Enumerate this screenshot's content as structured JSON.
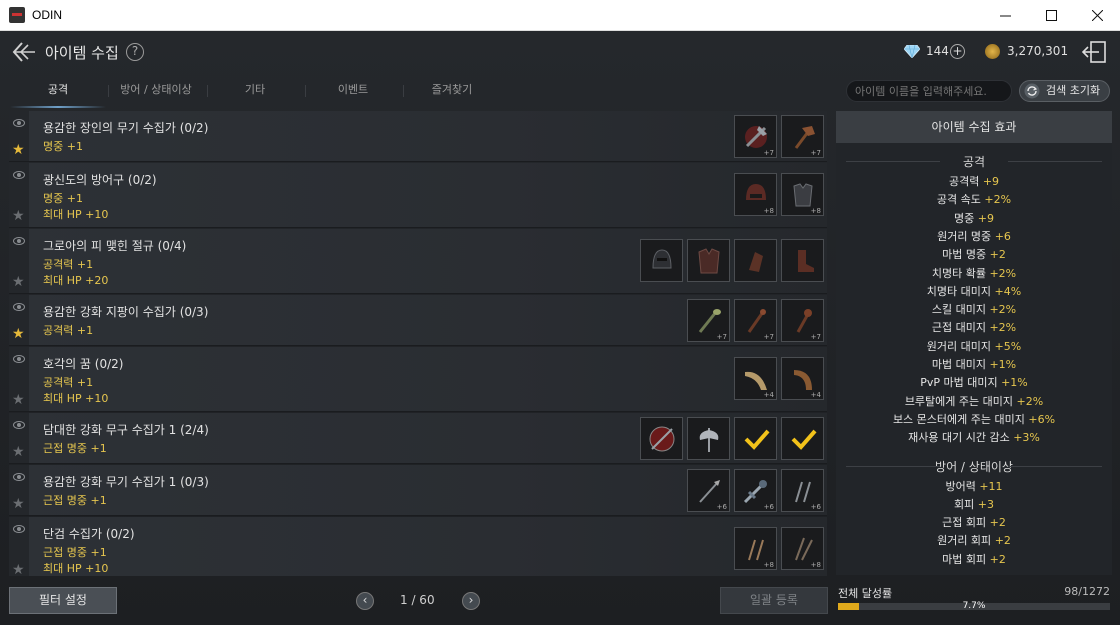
{
  "window": {
    "title": "ODIN"
  },
  "header": {
    "title": "아이템 수집",
    "help": "?",
    "gems": "144",
    "gold": "3,270,301"
  },
  "tabs": [
    "공격",
    "방어 / 상태이상",
    "기타",
    "이벤트",
    "즐겨찾기"
  ],
  "search": {
    "placeholder": "아이템 이름을 입력해주세요.",
    "reset_label": "검색 초기화"
  },
  "rows": [
    {
      "name": "용감한 장인의 무기 수집가 (0/2)",
      "stats": [
        "명중 +1"
      ],
      "favorite": true,
      "slots": [
        "+7",
        "+7"
      ]
    },
    {
      "name": "광신도의 방어구 (0/2)",
      "stats": [
        "명중 +1",
        "최대 HP +10"
      ],
      "favorite": false,
      "slots": [
        "+8",
        "+8"
      ]
    },
    {
      "name": "그로아의 피 맺힌 절규 (0/4)",
      "stats": [
        "공격력 +1",
        "최대 HP +20"
      ],
      "favorite": false,
      "slots": [
        "",
        "",
        "",
        ""
      ]
    },
    {
      "name": "용감한 강화 지팡이 수집가 (0/3)",
      "stats": [
        "공격력 +1"
      ],
      "favorite": true,
      "slots": [
        "+7",
        "+7",
        "+7"
      ]
    },
    {
      "name": "호각의 꿈 (0/2)",
      "stats": [
        "공격력 +1",
        "최대 HP +10"
      ],
      "favorite": false,
      "slots": [
        "+4",
        "+4"
      ]
    },
    {
      "name": "담대한 강화 무구 수집가 1 (2/4)",
      "stats": [
        "근접 명중 +1"
      ],
      "favorite": false,
      "slots": [
        "",
        "",
        "✓",
        "✓"
      ]
    },
    {
      "name": "용감한 강화 무기 수집가 1 (0/3)",
      "stats": [
        "근접 명중 +1"
      ],
      "favorite": false,
      "slots": [
        "+6",
        "+6",
        "+6"
      ]
    },
    {
      "name": "단검 수집가 (0/2)",
      "stats": [
        "근접 명중 +1",
        "최대 HP +10"
      ],
      "favorite": false,
      "slots": [
        "+8",
        "+8"
      ]
    }
  ],
  "bottom": {
    "filter_label": "필터 설정",
    "page": "1 / 60",
    "bulk_label": "일괄 등록"
  },
  "effects": {
    "title": "아이템 수집 효과",
    "sections": [
      {
        "title": "공격",
        "items": [
          [
            "공격력",
            "+9"
          ],
          [
            "공격 속도",
            "+2%"
          ],
          [
            "명중",
            "+9"
          ],
          [
            "원거리 명중",
            "+6"
          ],
          [
            "마법 명중",
            "+2"
          ],
          [
            "치명타 확률",
            "+2%"
          ],
          [
            "치명타 대미지",
            "+4%"
          ],
          [
            "스킬 대미지",
            "+2%"
          ],
          [
            "근접 대미지",
            "+2%"
          ],
          [
            "원거리 대미지",
            "+5%"
          ],
          [
            "마법 대미지",
            "+1%"
          ],
          [
            "PvP 마법 대미지",
            "+1%"
          ],
          [
            "브루탈에게 주는 대미지",
            "+2%"
          ],
          [
            "보스 몬스터에게 주는 대미지",
            "+6%"
          ],
          [
            "재사용 대기 시간 감소",
            "+3%"
          ]
        ]
      },
      {
        "title": "방어 / 상태이상",
        "items": [
          [
            "방어력",
            "+11"
          ],
          [
            "회피",
            "+3"
          ],
          [
            "근접 회피",
            "+2"
          ],
          [
            "원거리 회피",
            "+2"
          ],
          [
            "마법 회피",
            "+2"
          ]
        ]
      }
    ]
  },
  "progress": {
    "label": "전체 달성률",
    "count": "98/1272",
    "percent_text": "7.7%",
    "fraction": 0.077
  }
}
